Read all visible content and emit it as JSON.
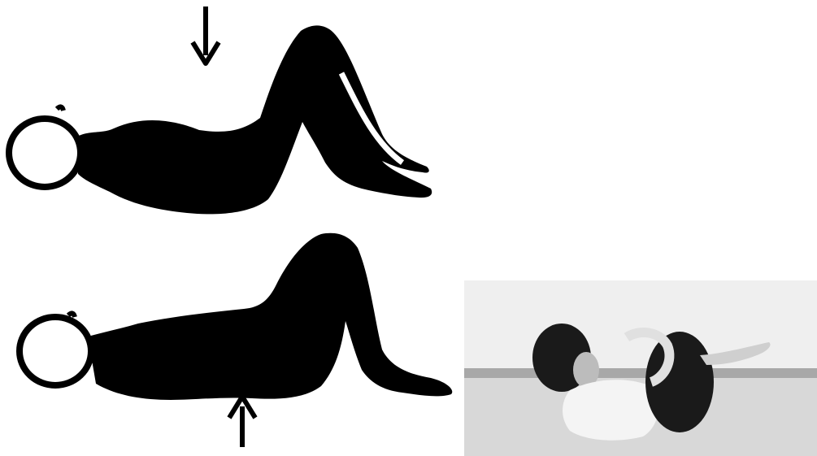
{
  "page": {
    "background": "#ffffff"
  },
  "figures": [
    {
      "id": "top-figure",
      "description_icon": "pelvic-tilt-flat-back-icon",
      "arrow": "arrow-down-icon"
    },
    {
      "id": "bottom-figure",
      "description_icon": "pelvic-tilt-arched-back-icon",
      "arrow": "arrow-up-icon"
    }
  ],
  "photo": {
    "icon": "knees-to-chest-photo",
    "colors": {
      "floor": "#d8d8d8",
      "wall": "#efefef",
      "stripe": "#a8a8a8",
      "shirt": "#f4f4f4",
      "dark": "#1a1a1a"
    }
  },
  "colors": {
    "silhouette": "#000000",
    "outline": "#000000"
  }
}
